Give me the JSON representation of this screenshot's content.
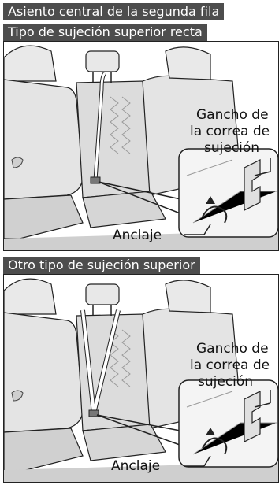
{
  "section1": {
    "title": "Asiento central de la segunda fila",
    "subtitle": "Tipo de sujeción superior recta",
    "hook_label": [
      "Gancho de",
      "la correa de",
      "sujeción"
    ],
    "anchor_label": "Anclaje"
  },
  "section2": {
    "subtitle": "Otro tipo de sujeción superior",
    "hook_label": [
      "Gancho de",
      "la correa de",
      "sujeción"
    ],
    "anchor_label": "Anclaje"
  },
  "colors": {
    "header_bg": "#4d4d4d",
    "seat_fill": "#e6e6e6",
    "seat_shade": "#bdbdbd",
    "outline": "#222222"
  }
}
